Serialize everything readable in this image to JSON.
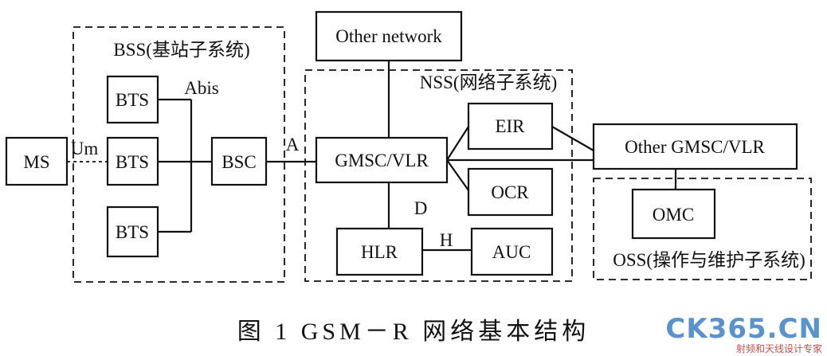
{
  "groups": {
    "bss": "BSS(基站子系统)",
    "nss": "NSS(网络子系统)",
    "oss": "OSS(操作与维护子系统)"
  },
  "nodes": {
    "ms": "MS",
    "bts_top": "BTS",
    "bts_mid": "BTS",
    "bts_bot": "BTS",
    "bsc": "BSC",
    "gmsc": "GMSC/VLR",
    "eir": "EIR",
    "ocr": "OCR",
    "hlr": "HLR",
    "auc": "AUC",
    "other_network": "Other network",
    "other_gmsc": "Other GMSC/VLR",
    "omc": "OMC"
  },
  "interfaces": {
    "um": "Um",
    "abis": "Abis",
    "a": "A",
    "d": "D",
    "h": "H"
  },
  "caption": "图 1   GSM－R 网络基本结构",
  "watermark": {
    "logo": "CK365.CN",
    "tagline": "射频和天线设计专家"
  }
}
